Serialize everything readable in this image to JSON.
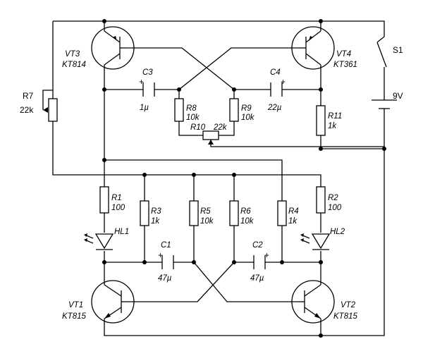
{
  "labels": {
    "vt3_name": "VT3",
    "vt3_type": "KT814",
    "vt4_name": "VT4",
    "vt4_type": "KT361",
    "vt1_name": "VT1",
    "vt1_type": "KT815",
    "vt2_name": "VT2",
    "vt2_type": "KT815",
    "c3_name": "C3",
    "c3_val": "1µ",
    "c4_name": "C4",
    "c4_val": "22µ",
    "c1_name": "C1",
    "c1_val": "47µ",
    "c2_name": "C2",
    "c2_val": "47µ",
    "r8_name": "R8",
    "r8_val": "10k",
    "r9_name": "R9",
    "r9_val": "10k",
    "r10_name": "R10",
    "r10_val": "22k",
    "r11_name": "R11",
    "r11_val": "1k",
    "r1_name": "R1",
    "r1_val": "100",
    "r2_name": "R2",
    "r2_val": "100",
    "r3_name": "R3",
    "r3_val": "1k",
    "r4_name": "R4",
    "r4_val": "1k",
    "r5_name": "R5",
    "r5_val": "10k",
    "r6_name": "R6",
    "r6_val": "10k",
    "r7_name": "R7",
    "r7_val": "22k",
    "hl1_name": "HL1",
    "hl2_name": "HL2",
    "s1_name": "S1",
    "batt_val": "9V",
    "plus": "+"
  }
}
